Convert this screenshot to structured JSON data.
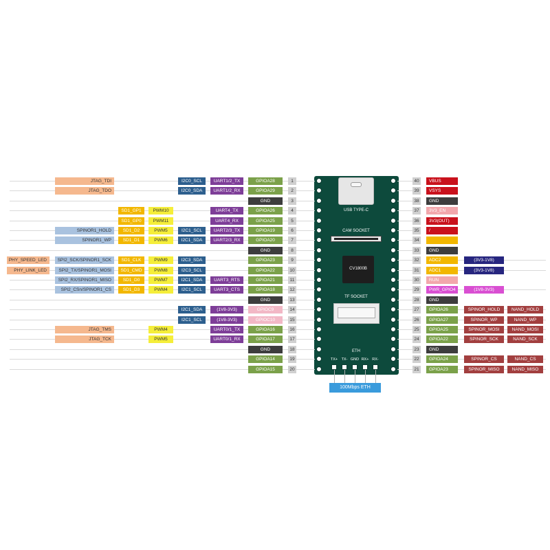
{
  "colors": {
    "gpio": "#7ba14a",
    "gnd": "#3d3d3d",
    "pinnum": "#d0d0d0",
    "uart": "#7e3e98",
    "i2c": "#2d5f8e",
    "pwm": "#f5ee3a",
    "sd1": "#f2b700",
    "spi": "#a9c2df",
    "jtag": "#f5b88e",
    "spinor": "#a23f3f",
    "nand": "#a23f3f",
    "power": "#c9111c",
    "power_alt": "#f2a7ac",
    "adc": "#f2b700",
    "volt_blue": "#27267f",
    "volt_pink": "#d94fd2",
    "gpio_pink": "#f2b8c6",
    "board": "#0d4a3c",
    "eth": "#3a9bdc"
  },
  "board": {
    "usb_label": "USB TYPE-C",
    "cam_label": "CAM SOCKET",
    "chip_label": "CV1800B",
    "tf_label": "TF SOCKET",
    "eth_label": "ETH",
    "eth_pins": [
      "TX+",
      "TX-",
      "GND",
      "RX+",
      "RX-"
    ],
    "eth_box": "100Mbps ETH"
  },
  "left_pins": [
    {
      "num": "1",
      "name": "GPIOA28",
      "k": "gpio",
      "labels": [
        {
          "t": "UART1/2_TX",
          "k": "uart",
          "c": 4
        },
        {
          "t": "I2C0_SCL",
          "k": "i2c",
          "c": 3
        },
        {
          "t": "JTAG_TDI",
          "k": "jtag",
          "c": 0
        }
      ]
    },
    {
      "num": "2",
      "name": "GPIOA29",
      "k": "gpio",
      "labels": [
        {
          "t": "UART1/2_RX",
          "k": "uart",
          "c": 4
        },
        {
          "t": "I2C0_SDA",
          "k": "i2c",
          "c": 3
        },
        {
          "t": "JTAG_TDO",
          "k": "jtag",
          "c": 0
        }
      ]
    },
    {
      "num": "3",
      "name": "GND",
      "k": "gnd",
      "labels": []
    },
    {
      "num": "4",
      "name": "GPIOA26",
      "k": "gpio",
      "labels": [
        {
          "t": "UART4_TX",
          "k": "uart",
          "c": 4
        },
        {
          "t": "PWM10",
          "k": "pwm",
          "c": 2
        },
        {
          "t": "SD1_GP1",
          "k": "sd1",
          "c": 1
        }
      ]
    },
    {
      "num": "5",
      "name": "GPIOA25",
      "k": "gpio",
      "labels": [
        {
          "t": "UART4_RX",
          "k": "uart",
          "c": 4
        },
        {
          "t": "PWM11",
          "k": "pwm",
          "c": 2
        },
        {
          "t": "SD1_GP0",
          "k": "sd1",
          "c": 1
        }
      ]
    },
    {
      "num": "6",
      "name": "GPIOA19",
      "k": "gpio",
      "labels": [
        {
          "t": "UART2/3_TX",
          "k": "uart",
          "c": 4
        },
        {
          "t": "I2C1_SCL",
          "k": "i2c",
          "c": 3
        },
        {
          "t": "PWM5",
          "k": "pwm",
          "c": 2
        },
        {
          "t": "SD1_D2",
          "k": "sd1",
          "c": 1
        },
        {
          "t": "SPINOR1_HOLD",
          "k": "spi",
          "c": 0
        }
      ]
    },
    {
      "num": "7",
      "name": "GPIOA20",
      "k": "gpio",
      "labels": [
        {
          "t": "UART2/3_RX",
          "k": "uart",
          "c": 4
        },
        {
          "t": "I2C1_SDA",
          "k": "i2c",
          "c": 3
        },
        {
          "t": "PWM6",
          "k": "pwm",
          "c": 2
        },
        {
          "t": "SD1_D1",
          "k": "sd1",
          "c": 1
        },
        {
          "t": "SPINOR1_WP",
          "k": "spi",
          "c": 0
        }
      ]
    },
    {
      "num": "8",
      "name": "GND",
      "k": "gnd",
      "labels": []
    },
    {
      "num": "9",
      "name": "GPIOA23",
      "k": "gpio",
      "labels": [
        {
          "t": "I2C3_SDA",
          "k": "i2c",
          "c": 3
        },
        {
          "t": "PWM9",
          "k": "pwm",
          "c": 2
        },
        {
          "t": "SD1_CLK",
          "k": "sd1",
          "c": 1
        },
        {
          "t": "SPI2_SCK/SPINOR1_SCK",
          "k": "spi",
          "c": -1
        },
        {
          "t": "PHY_SPEED_LED",
          "k": "jtag",
          "c": -2
        }
      ]
    },
    {
      "num": "10",
      "name": "GPIOA22",
      "k": "gpio",
      "labels": [
        {
          "t": "I2C3_SCL",
          "k": "i2c",
          "c": 3
        },
        {
          "t": "PWM8",
          "k": "pwm",
          "c": 2
        },
        {
          "t": "SD1_CMD",
          "k": "sd1",
          "c": 1
        },
        {
          "t": "SPI2_TX/SPINOR1_MOSI",
          "k": "spi",
          "c": -1
        },
        {
          "t": "PHY_LINK_LED",
          "k": "jtag",
          "c": -2
        }
      ]
    },
    {
      "num": "11",
      "name": "GPIOA21",
      "k": "gpio",
      "labels": [
        {
          "t": "UART3_RTS",
          "k": "uart",
          "c": 4
        },
        {
          "t": "I2C1_SDA",
          "k": "i2c",
          "c": 3
        },
        {
          "t": "PWM7",
          "k": "pwm",
          "c": 2
        },
        {
          "t": "SD1_D0",
          "k": "sd1",
          "c": 1
        },
        {
          "t": "SPI2_RX/SPINOR1_MISO",
          "k": "spi",
          "c": -1
        }
      ]
    },
    {
      "num": "12",
      "name": "GPIOA18",
      "k": "gpio",
      "labels": [
        {
          "t": "UART3_CTS",
          "k": "uart",
          "c": 4
        },
        {
          "t": "I2C1_SCL",
          "k": "i2c",
          "c": 3
        },
        {
          "t": "PWM4",
          "k": "pwm",
          "c": 2
        },
        {
          "t": "SD1_D3",
          "k": "sd1",
          "c": 1
        },
        {
          "t": "SPI2_CSn/SPINOR1_CS",
          "k": "spi",
          "c": -1
        }
      ]
    },
    {
      "num": "13",
      "name": "GND",
      "k": "gnd",
      "labels": []
    },
    {
      "num": "14",
      "name": "GPIOC9",
      "k": "gpio_pink",
      "labels": [
        {
          "t": "(1V8-3V3)",
          "k": "uart",
          "c": 4
        },
        {
          "t": "I2C1_SDA",
          "k": "i2c",
          "c": 3
        }
      ]
    },
    {
      "num": "15",
      "name": "GPIOC10",
      "k": "gpio_pink",
      "labels": [
        {
          "t": "(1V8-3V3)",
          "k": "uart",
          "c": 4
        },
        {
          "t": "I2C1_SCL",
          "k": "i2c",
          "c": 3
        }
      ]
    },
    {
      "num": "16",
      "name": "GPIOA16",
      "k": "gpio",
      "labels": [
        {
          "t": "UART0/1_TX",
          "k": "uart",
          "c": 4
        },
        {
          "t": "PWM4",
          "k": "pwm",
          "c": 2
        },
        {
          "t": "JTAG_TMS",
          "k": "jtag",
          "c": 0
        }
      ]
    },
    {
      "num": "17",
      "name": "GPIOA17",
      "k": "gpio",
      "labels": [
        {
          "t": "UART0/1_RX",
          "k": "uart",
          "c": 4
        },
        {
          "t": "PWM5",
          "k": "pwm",
          "c": 2
        },
        {
          "t": "JTAG_TCK",
          "k": "jtag",
          "c": 0
        }
      ]
    },
    {
      "num": "18",
      "name": "GND",
      "k": "gnd",
      "labels": []
    },
    {
      "num": "19",
      "name": "GPIOA14",
      "k": "gpio",
      "labels": []
    },
    {
      "num": "20",
      "name": "GPIOA15",
      "k": "gpio",
      "labels": []
    }
  ],
  "right_pins": [
    {
      "num": "40",
      "name": "VBUS",
      "k": "power",
      "labels": []
    },
    {
      "num": "39",
      "name": "VSYS",
      "k": "power",
      "labels": []
    },
    {
      "num": "38",
      "name": "GND",
      "k": "gnd",
      "labels": []
    },
    {
      "num": "37",
      "name": "3V3_EN",
      "k": "power_alt",
      "labels": []
    },
    {
      "num": "36",
      "name": "3V3(OUT)",
      "k": "power",
      "labels": []
    },
    {
      "num": "35",
      "name": "/",
      "k": "power",
      "labels": []
    },
    {
      "num": "34",
      "name": "",
      "k": "adc",
      "labels": []
    },
    {
      "num": "33",
      "name": "GND",
      "k": "gnd",
      "labels": []
    },
    {
      "num": "32",
      "name": "ADC2",
      "k": "adc",
      "labels": [
        {
          "t": "(3V3-1V8)",
          "k": "volt_blue",
          "c": 0
        }
      ]
    },
    {
      "num": "31",
      "name": "ADC1",
      "k": "adc",
      "labels": [
        {
          "t": "(3V3-1V8)",
          "k": "volt_blue",
          "c": 0
        }
      ]
    },
    {
      "num": "30",
      "name": "RUN",
      "k": "power_alt",
      "labels": []
    },
    {
      "num": "29",
      "name": "PWR_GPIO4",
      "k": "volt_pink",
      "labels": [
        {
          "t": "(1V8-3V3)",
          "k": "volt_pink",
          "c": 0
        }
      ]
    },
    {
      "num": "28",
      "name": "GND",
      "k": "gnd",
      "labels": []
    },
    {
      "num": "27",
      "name": "GPIOA26",
      "k": "gpio",
      "labels": [
        {
          "t": "SPINOR_HOLD",
          "k": "spinor",
          "c": 0
        },
        {
          "t": "NAND_HOLD",
          "k": "nand",
          "c": 1
        }
      ]
    },
    {
      "num": "26",
      "name": "GPIOA27",
      "k": "gpio",
      "labels": [
        {
          "t": "SPINOR_WP",
          "k": "spinor",
          "c": 0
        },
        {
          "t": "NAND_WP",
          "k": "nand",
          "c": 1
        }
      ]
    },
    {
      "num": "25",
      "name": "GPIOA25",
      "k": "gpio",
      "labels": [
        {
          "t": "SPINOR_MOSI",
          "k": "spinor",
          "c": 0
        },
        {
          "t": "NAND_MOSI",
          "k": "nand",
          "c": 1
        }
      ]
    },
    {
      "num": "24",
      "name": "GPIOA22",
      "k": "gpio",
      "labels": [
        {
          "t": "SPINOR_SCK",
          "k": "spinor",
          "c": 0
        },
        {
          "t": "NAND_SCK",
          "k": "nand",
          "c": 1
        }
      ]
    },
    {
      "num": "23",
      "name": "GND",
      "k": "gnd",
      "labels": []
    },
    {
      "num": "22",
      "name": "GPIOA24",
      "k": "gpio",
      "labels": [
        {
          "t": "SPINOR_CS",
          "k": "spinor",
          "c": 0
        },
        {
          "t": "NAND_CS",
          "k": "nand",
          "c": 1
        }
      ]
    },
    {
      "num": "21",
      "name": "GPIOA23",
      "k": "gpio",
      "labels": [
        {
          "t": "SPINOR_MISO",
          "k": "spinor",
          "c": 0
        },
        {
          "t": "NAND_MISO",
          "k": "nand",
          "c": 1
        }
      ]
    }
  ]
}
